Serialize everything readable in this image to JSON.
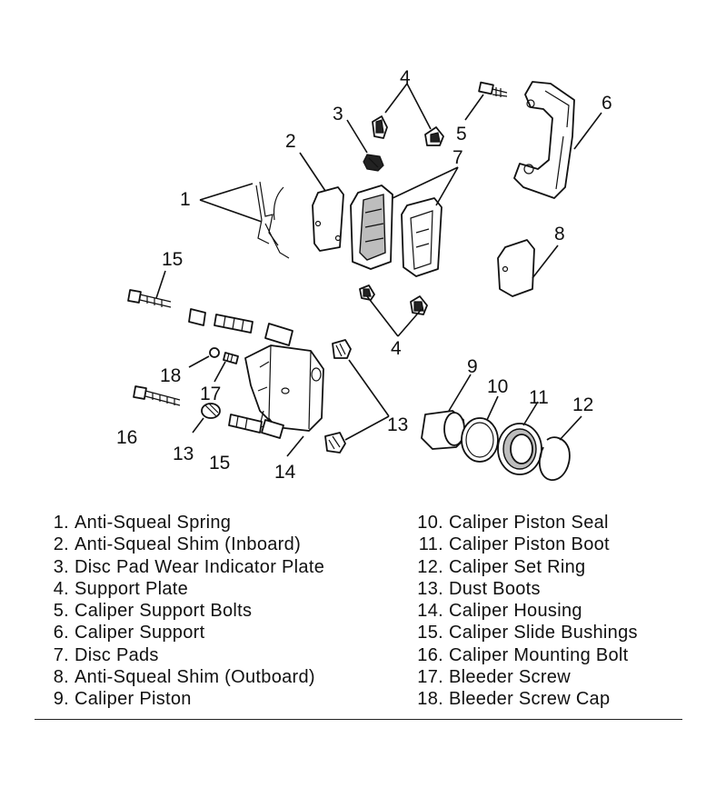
{
  "diagram": {
    "callouts": {
      "c1": "1",
      "c2": "2",
      "c3": "3",
      "c4a": "4",
      "c4b": "4",
      "c5": "5",
      "c6": "6",
      "c7": "7",
      "c8": "8",
      "c9": "9",
      "c10": "10",
      "c11": "11",
      "c12": "12",
      "c13a": "13",
      "c13b": "13",
      "c14": "14",
      "c15a": "15",
      "c15b": "15",
      "c16": "16",
      "c17": "17",
      "c18": "18"
    }
  },
  "legend": {
    "left": [
      {
        "num": "1.",
        "label": "Anti-Squeal Spring"
      },
      {
        "num": "2.",
        "label": "Anti-Squeal Shim (Inboard)"
      },
      {
        "num": "3.",
        "label": "Disc Pad Wear Indicator Plate"
      },
      {
        "num": "4.",
        "label": "Support Plate"
      },
      {
        "num": "5.",
        "label": "Caliper Support Bolts"
      },
      {
        "num": "6.",
        "label": "Caliper Support"
      },
      {
        "num": "7.",
        "label": "Disc Pads"
      },
      {
        "num": "8.",
        "label": "Anti-Squeal Shim (Outboard)"
      },
      {
        "num": "9.",
        "label": "Caliper Piston"
      }
    ],
    "right": [
      {
        "num": "10.",
        "label": "Caliper Piston Seal"
      },
      {
        "num": "11.",
        "label": "Caliper Piston Boot"
      },
      {
        "num": "12.",
        "label": "Caliper Set Ring"
      },
      {
        "num": "13.",
        "label": "Dust Boots"
      },
      {
        "num": "14.",
        "label": "Caliper Housing"
      },
      {
        "num": "15.",
        "label": "Caliper Slide Bushings"
      },
      {
        "num": "16.",
        "label": "Caliper Mounting Bolt"
      },
      {
        "num": "17.",
        "label": "Bleeder Screw"
      },
      {
        "num": "18.",
        "label": "Bleeder Screw Cap"
      }
    ]
  }
}
